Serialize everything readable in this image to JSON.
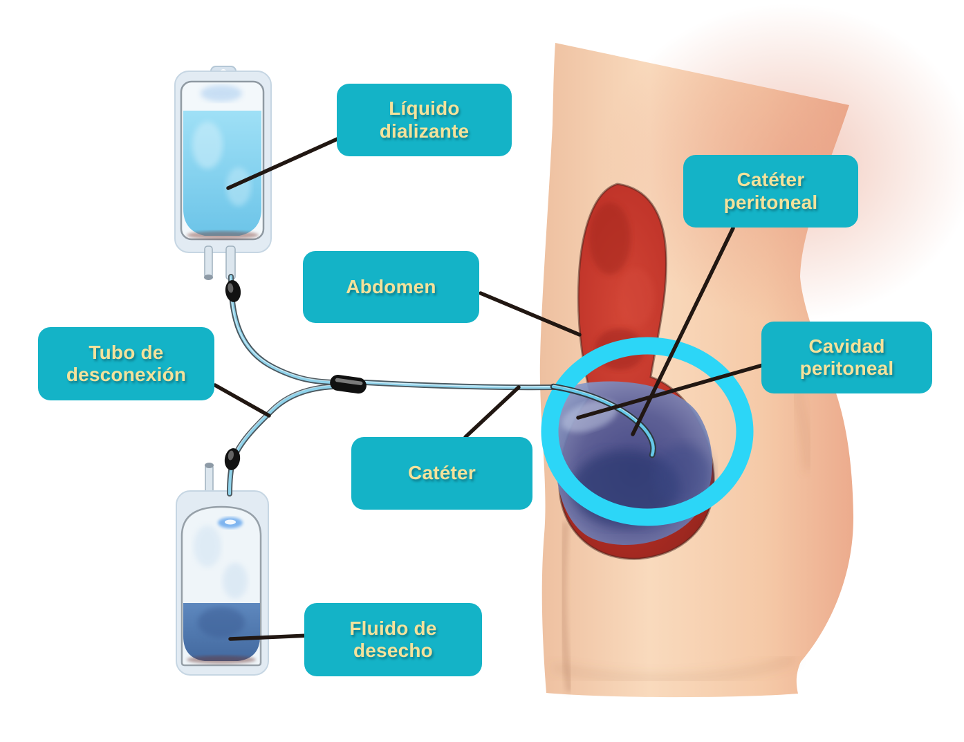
{
  "diagram": {
    "subject": "peritoneal-dialysis-diagram",
    "labels": {
      "liquido_dializante": "Líquido\ndializante",
      "cateter_peritoneal": "Catéter\nperitoneal",
      "abdomen": "Abdomen",
      "cavidad_peritoneal": "Cavidad\nperitoneal",
      "tubo_desconexion": "Tubo de\ndesconexión",
      "cateter": "Catéter",
      "fluido_desecho": "Fluido de\ndesecho"
    },
    "parts": [
      "dialysate-bag",
      "waste-fluid-bag",
      "transfer-tubing",
      "tube-junction",
      "torso",
      "abdomen-organ",
      "peritoneal-cavity",
      "catheter",
      "highlight-ring"
    ]
  },
  "colors": {
    "label-bg": "#14b3c7",
    "label-text": "#f4e29b",
    "leader": "#211712",
    "ring": "#2cd6f7",
    "skin-left": "#efc0a0",
    "skin-mid": "#f8d7ba",
    "skin-right": "#edaa8c",
    "organ-red": "#c1342a",
    "organ-red-dark": "#97261e",
    "cavity-blue": "#56649f",
    "cavity-blue-dark": "#2e3a72",
    "dialysate-blue": "#72cdec",
    "waste-blue": "#4d79b2",
    "bag-shell": "#e2ebf3",
    "tube-dark": "#4b585f",
    "tube-light": "#8fd2ea",
    "clamp-black": "#121212"
  }
}
